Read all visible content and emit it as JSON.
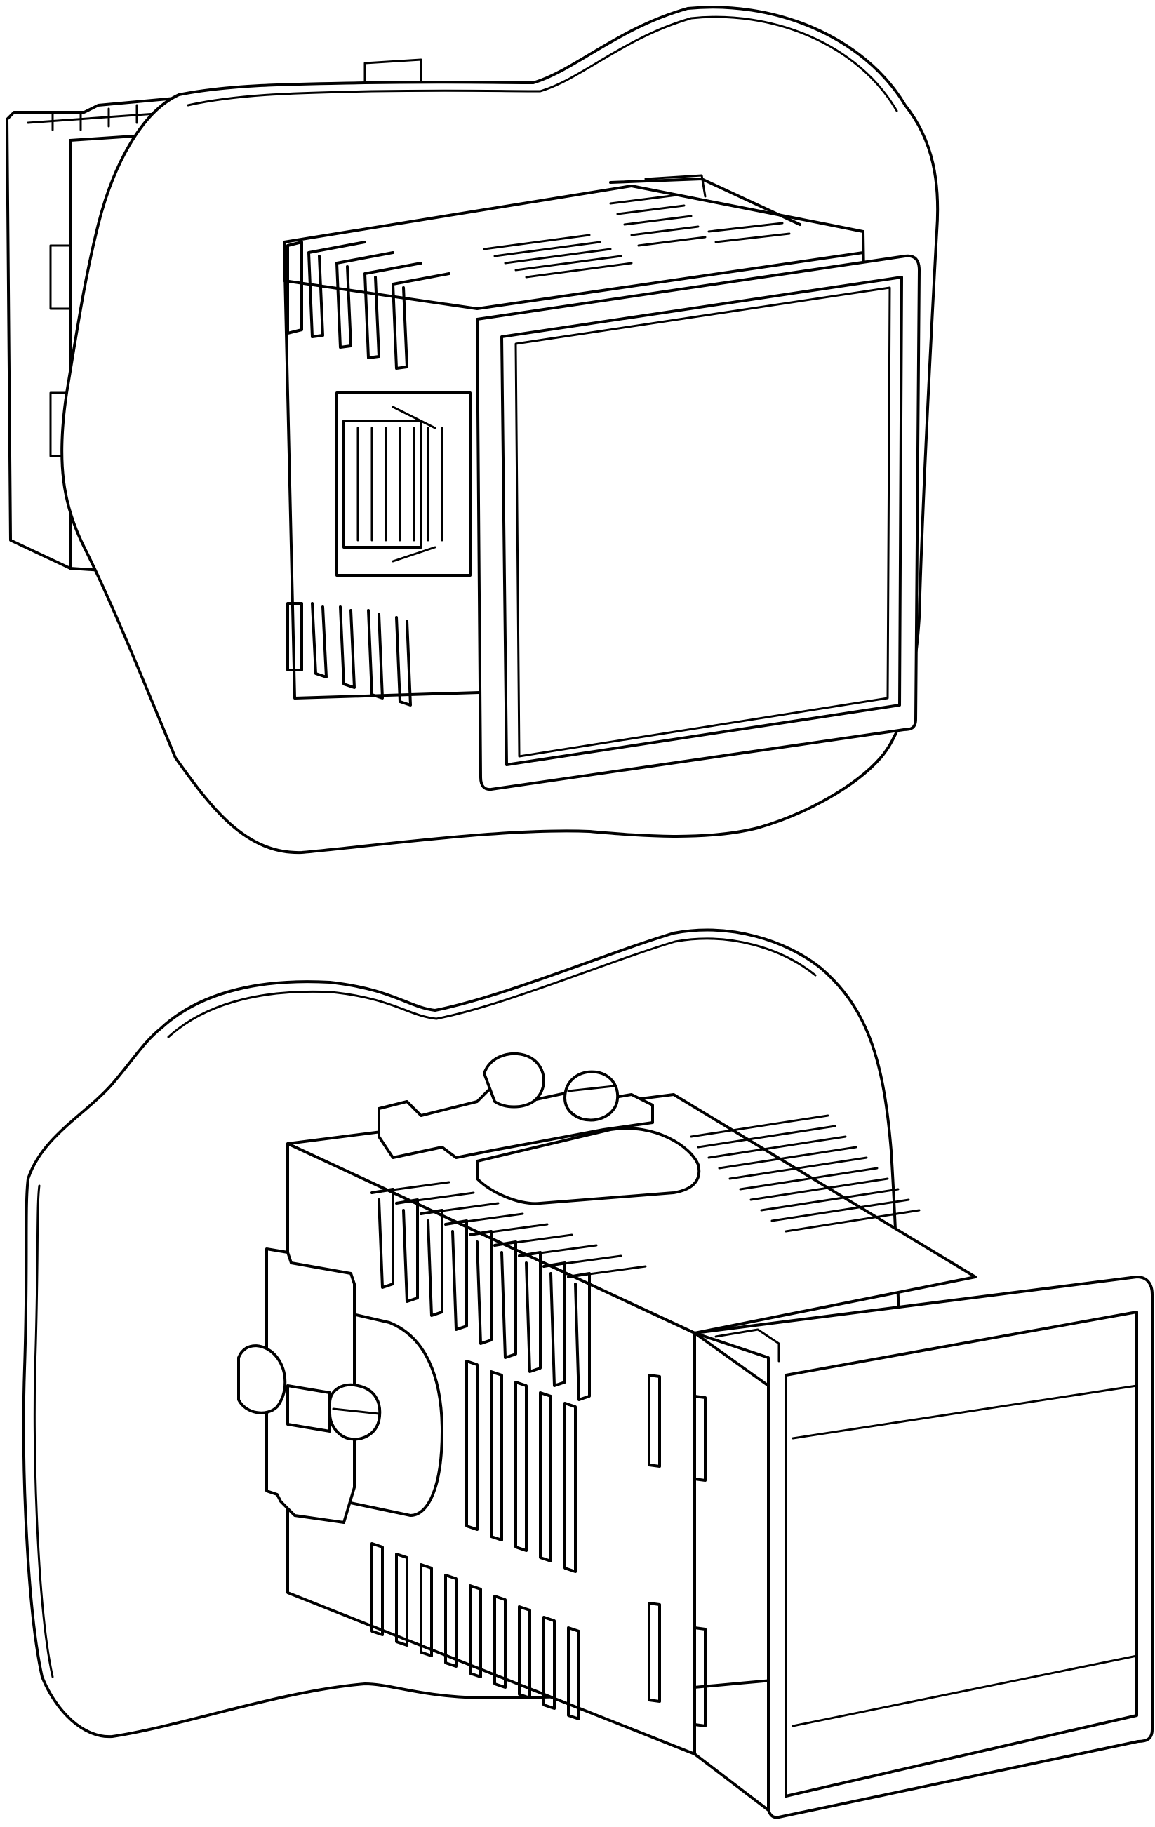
{
  "figure": {
    "views": [
      {
        "id": "front-view",
        "description_visible": false,
        "fin_count_top": 4,
        "fin_count_bottom": 5,
        "window_slot_count": 7
      },
      {
        "id": "rear-view",
        "description_visible": false,
        "fin_count_top": 10,
        "fin_count_bottom": 10,
        "vent_count": 5,
        "clamp_count": 2
      }
    ],
    "colors": {
      "line": "#000000",
      "background": "#ffffff"
    },
    "icons": [
      "panel-cutout-outline",
      "panel-meter-housing",
      "mounting-clamp-screw"
    ]
  }
}
